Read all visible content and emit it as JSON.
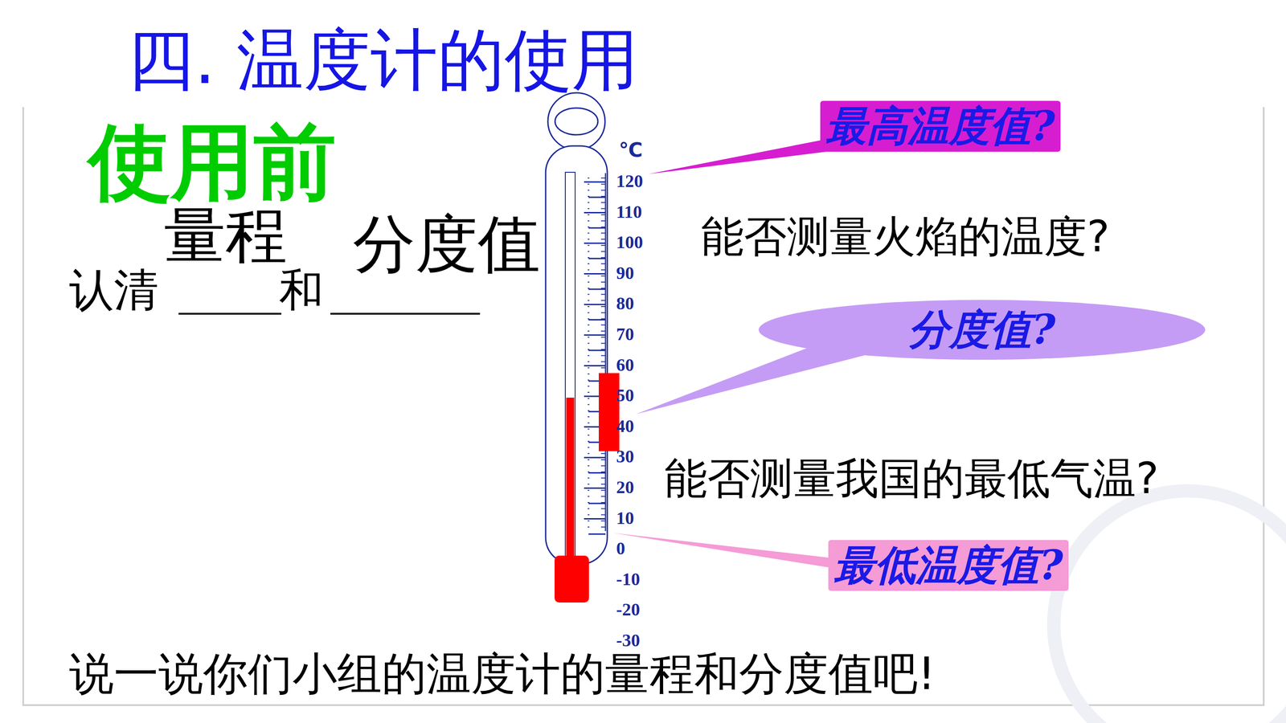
{
  "diagram": {
    "title": "四. 温度计的使用",
    "nodes": [
      {
        "text": [
          "最高温度值?"
        ]
      },
      {
        "text": [
          "分度值?"
        ]
      },
      {
        "text": [
          "最低温度值?"
        ]
      }
    ],
    "labels": [
      "使用前",
      "量程",
      "分度值",
      "认清",
      "和",
      "℃",
      "120",
      "110",
      "100",
      "90",
      "80",
      "70",
      "60",
      "50",
      "40",
      "30",
      "20",
      "10",
      "0",
      "-10",
      "-20",
      "-30",
      "能否测量火焰的温度?",
      "能否测量我国的最低气温?",
      "说一说你们小组的温度计的量程和分度值吧!"
    ]
  }
}
